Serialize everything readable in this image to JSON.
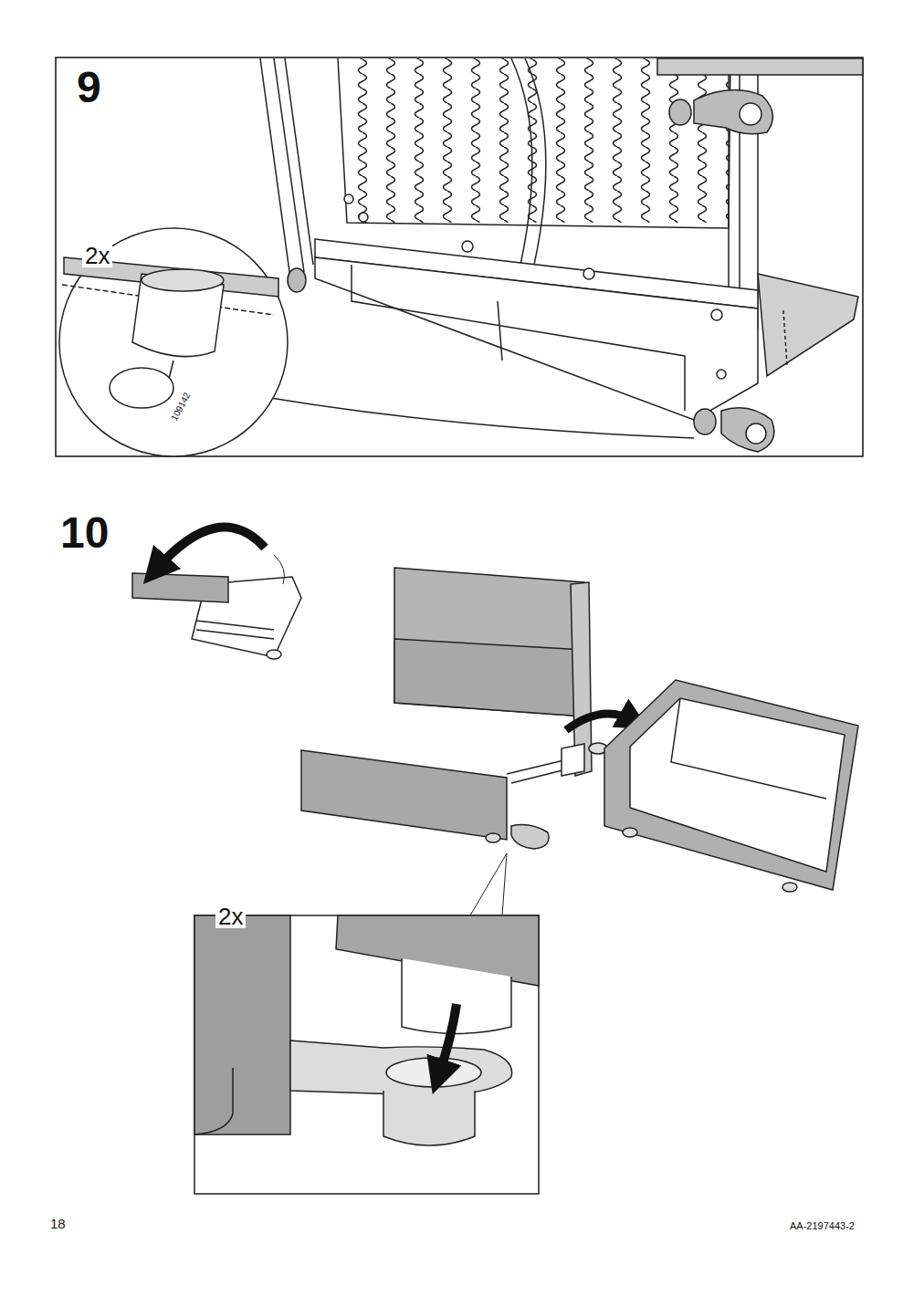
{
  "diagram": {
    "labels": [
      "9",
      "2x",
      "109142",
      "10",
      "2x",
      "18",
      "AA-2197443-2"
    ]
  }
}
